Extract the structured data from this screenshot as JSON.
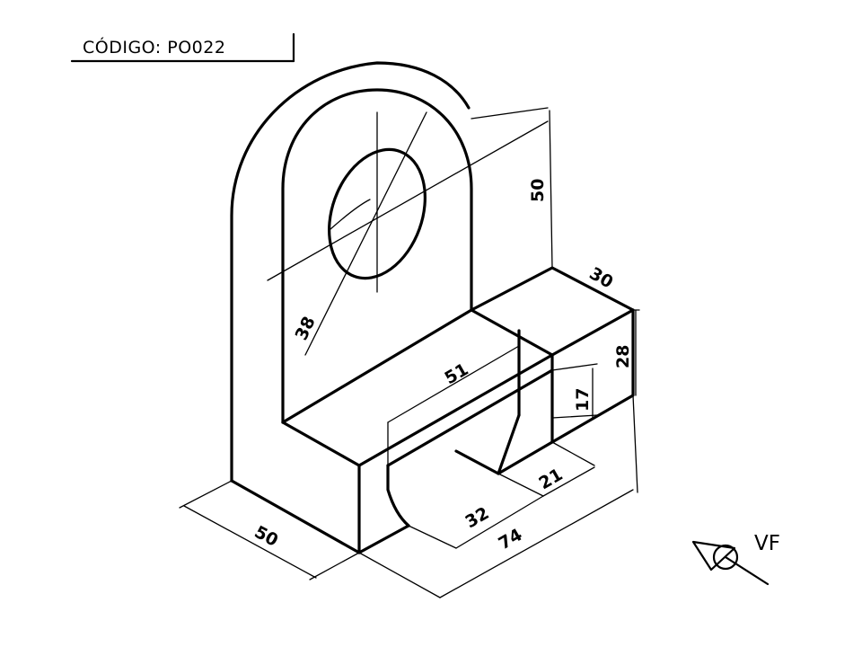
{
  "title_block": {
    "code": "CÓDIGO: PO022"
  },
  "dimensions": {
    "height_upper": "50",
    "depth_top": "30",
    "block_height": "28",
    "slot_height": "17",
    "hole_diameter": "38",
    "slot_length": "51",
    "width": "50",
    "slot_bottom": "32",
    "gap": "21",
    "total_length": "74"
  },
  "view_marker": {
    "label": "VF"
  }
}
